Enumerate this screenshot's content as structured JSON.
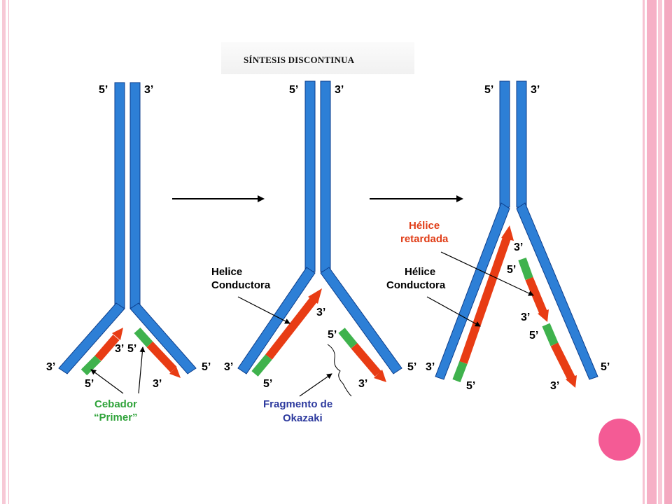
{
  "slide": {
    "title": "SÍNTESIS DISCONTINUA",
    "colors": {
      "strand": "#2d7fd6",
      "strand_dark": "#0c3e8c",
      "new_strand": "#e83c14",
      "primer": "#3fb24d",
      "arrow": "#000000",
      "label_red": "#e03d17",
      "label_green": "#2fa33a",
      "label_blue": "#2d3a9e",
      "accent_pink": "#f45b95"
    }
  },
  "panel1": {
    "top_left_end": "5’",
    "top_right_end": "3’",
    "bottom_left_end": "3’",
    "bottom_right_end": "5’",
    "left_new_top": "3’",
    "left_new_bottom": "5’",
    "right_new_top": "5’",
    "right_new_bottom": "3’",
    "primer_label_line1": "Cebador",
    "primer_label_line2": "“Primer”"
  },
  "panel2": {
    "top_left_end": "5’",
    "top_right_end": "3’",
    "bottom_left_end": "3’",
    "bottom_right_end": "5’",
    "left_new_top": "3’",
    "left_new_bottom": "5’",
    "right_new_top": "5’",
    "right_new_bottom": "3’",
    "leading_label_line1": "Helice",
    "leading_label_line2": "Conductora",
    "okazaki_label_line1": "Fragmento de",
    "okazaki_label_line2": "Okazaki"
  },
  "panel3": {
    "top_left_end": "5’",
    "top_right_end": "3’",
    "bottom_left_end": "3’",
    "bottom_right_end": "5’",
    "left_new_bottom": "5’",
    "right_frag1_top": "3’",
    "right_frag1_bottom": "5’",
    "right_frag2_top": "3’",
    "right_frag2_bottom": "5’",
    "right_end": "3’",
    "lagging_label_line1": "Hélice",
    "lagging_label_line2": "retardada",
    "leading_label_line1": "Hélice",
    "leading_label_line2": "Conductora"
  }
}
